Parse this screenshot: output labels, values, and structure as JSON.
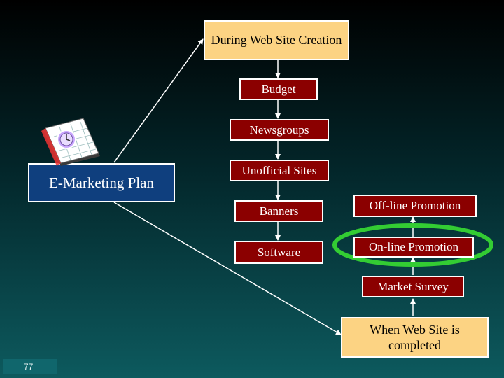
{
  "top_box": "During Web Site Creation",
  "budget": "Budget",
  "newsgroups": "Newsgroups",
  "unofficial_sites": "Unofficial Sites",
  "banners": "Banners",
  "software": "Software",
  "offline": "Off-line Promotion",
  "online": "On-line Promotion",
  "market_survey": "Market Survey",
  "bottom_box": "When Web Site is completed",
  "plan": "E-Marketing Plan",
  "page_number": "77",
  "icon": "calendar-clock-icon",
  "colors": {
    "yellow_box": "#fcd383",
    "red_box": "#8b0000",
    "blue_box": "#0f3f7e",
    "highlight": "#33cc33"
  }
}
